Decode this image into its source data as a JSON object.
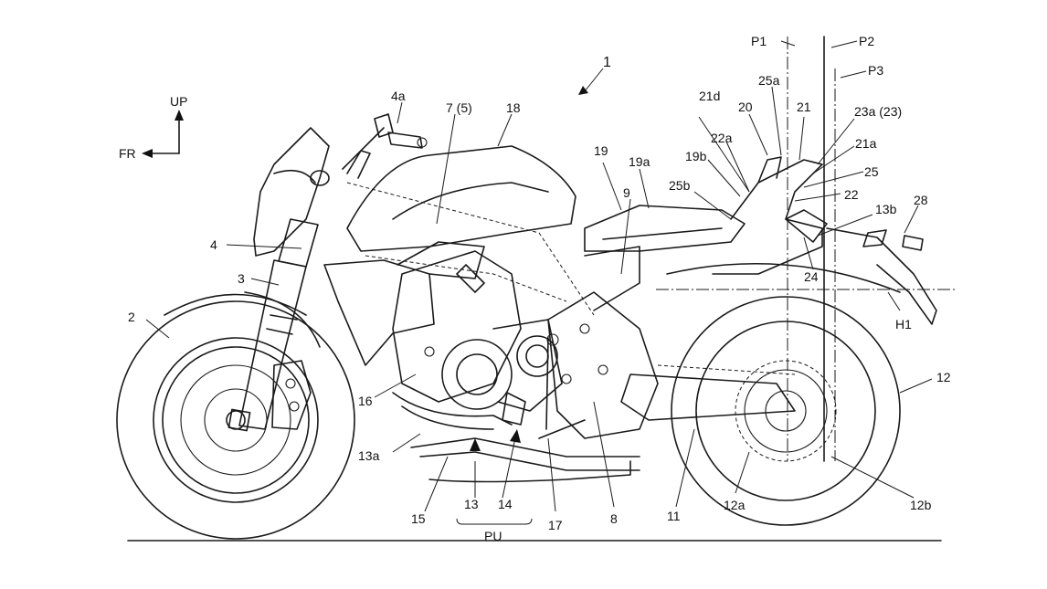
{
  "figure": {
    "ref": "1",
    "direction": {
      "up": "UP",
      "front": "FR"
    },
    "lines": {
      "p1": "P1",
      "p2": "P2",
      "p3": "P3",
      "h1": "H1"
    },
    "group_label": "PU",
    "labels": {
      "l2": "2",
      "l3": "3",
      "l4": "4",
      "l4a": "4a",
      "l7": "7 (5)",
      "l8": "8",
      "l9": "9",
      "l11": "11",
      "l12": "12",
      "l12a": "12a",
      "l12b": "12b",
      "l13": "13",
      "l13a": "13a",
      "l13b": "13b",
      "l14": "14",
      "l15": "15",
      "l16": "16",
      "l17": "17",
      "l18": "18",
      "l19": "19",
      "l19a": "19a",
      "l19b": "19b",
      "l20": "20",
      "l21": "21",
      "l21a": "21a",
      "l21d": "21d",
      "l22": "22",
      "l22a": "22a",
      "l23a": "23a (23)",
      "l24": "24",
      "l25": "25",
      "l25a": "25a",
      "l25b": "25b",
      "l28": "28"
    }
  }
}
